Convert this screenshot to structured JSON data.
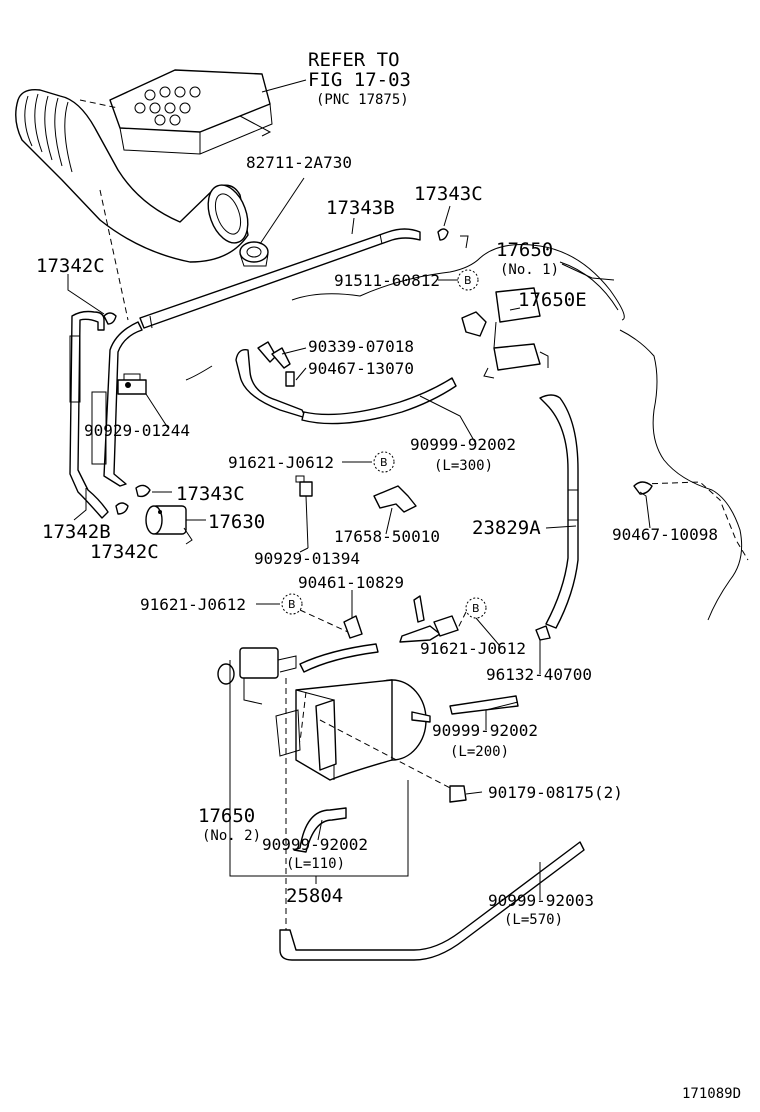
{
  "diagram_id": "171089D",
  "refer": {
    "line1": "REFER TO",
    "line2": "FIG 17-03",
    "line3": "(PNC 17875)"
  },
  "bubble_letter": "B",
  "parts": {
    "p82711": "82711-2A730",
    "p17343B": "17343B",
    "p17343C_top": "17343C",
    "p17650_top": "17650",
    "p17650_top_sub": "(No. 1)",
    "p17342C_top": "17342C",
    "p91511": "91511-60812",
    "p17650E": "17650E",
    "p90339": "90339-07018",
    "p90467a": "90467-13070",
    "p90929a": "90929-01244",
    "p90999_300": "90999-92002",
    "p90999_300_len": "(L=300)",
    "p91621a": "91621-J0612",
    "p17343C_mid": "17343C",
    "p17342B": "17342B",
    "p17630": "17630",
    "p17342C_bot": "17342C",
    "p17658": "17658-50010",
    "p23829A": "23829A",
    "p90467b": "90467-10098",
    "p90929b": "90929-01394",
    "p90461": "90461-10829",
    "p91621b": "91621-J0612",
    "p91621c": "91621-J0612",
    "p96132": "96132-40700",
    "p90999_200": "90999-92002",
    "p90999_200_len": "(L=200)",
    "p90179": "90179-08175(2)",
    "p17650_bot": "17650",
    "p17650_bot_sub": "(No. 2)",
    "p90999_110": "90999-92002",
    "p90999_110_len": "(L=110)",
    "p25804": "25804",
    "p90999_570": "90999-92003",
    "p90999_570_len": "(L=570)"
  }
}
